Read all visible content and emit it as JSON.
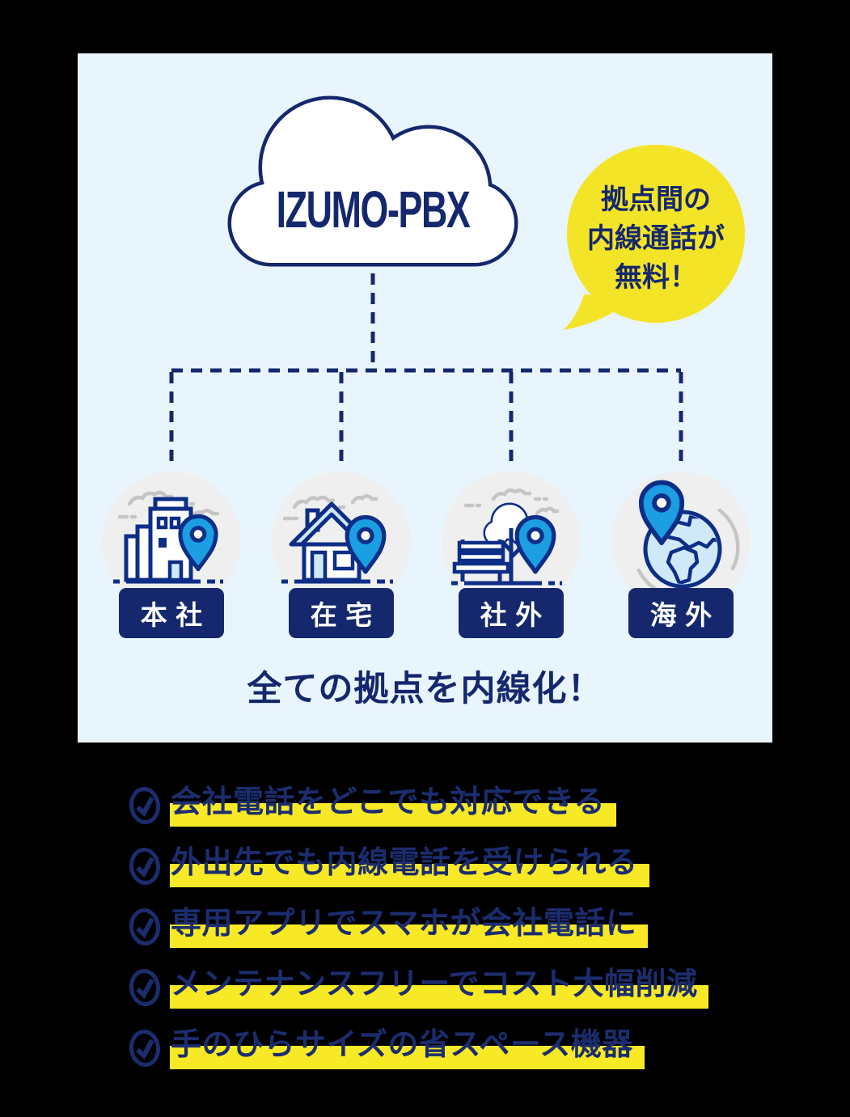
{
  "colors": {
    "navy": "#15286d",
    "icon_stroke": "#0d2e87",
    "accent_blue": "#1b9fe2",
    "light_blue_fill": "#cfe9f8",
    "panel_background": "#e9f5fc",
    "icon_circle_background": "#efefef",
    "bubble_yellow": "#f4e428",
    "highlight_yellow": "#f8e926",
    "decor_gray": "#c5c5c5",
    "label_text": "#ffffff"
  },
  "panel": {
    "cloud_label": "IZUMO-PBX",
    "bubble": {
      "lines": [
        "拠点間の",
        "内線通話が",
        "無料！"
      ]
    },
    "locations": [
      {
        "label": "本社",
        "icon": "office-building-icon"
      },
      {
        "label": "在宅",
        "icon": "house-icon"
      },
      {
        "label": "社外",
        "icon": "park-bench-icon"
      },
      {
        "label": "海外",
        "icon": "globe-icon"
      }
    ],
    "tagline": "全ての拠点を内線化！"
  },
  "benefits": [
    "会社電話をどこでも対応できる",
    "外出先でも内線電話を受けられる",
    "専用アプリでスマホが会社電話に",
    "メンテナンスフリーでコスト大幅削減",
    "手のひらサイズの省スペース機器"
  ]
}
